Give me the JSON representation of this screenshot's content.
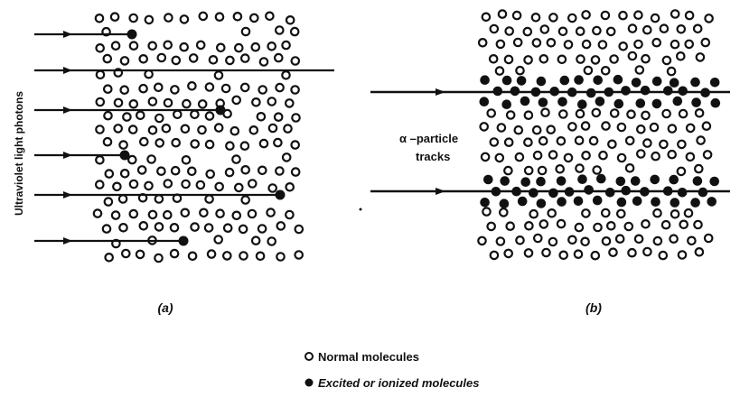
{
  "panel_a": {
    "side_label": "Ultraviolet light photons",
    "caption": "(a)"
  },
  "panel_b": {
    "track_label_line1": "α –particle",
    "track_label_line2": "tracks",
    "caption": "(b)"
  },
  "legend": {
    "normal": "Normal molecules",
    "excited": "Excited or ionized molecules"
  },
  "colors": {
    "ink": "#111111",
    "background": "#ffffff"
  }
}
